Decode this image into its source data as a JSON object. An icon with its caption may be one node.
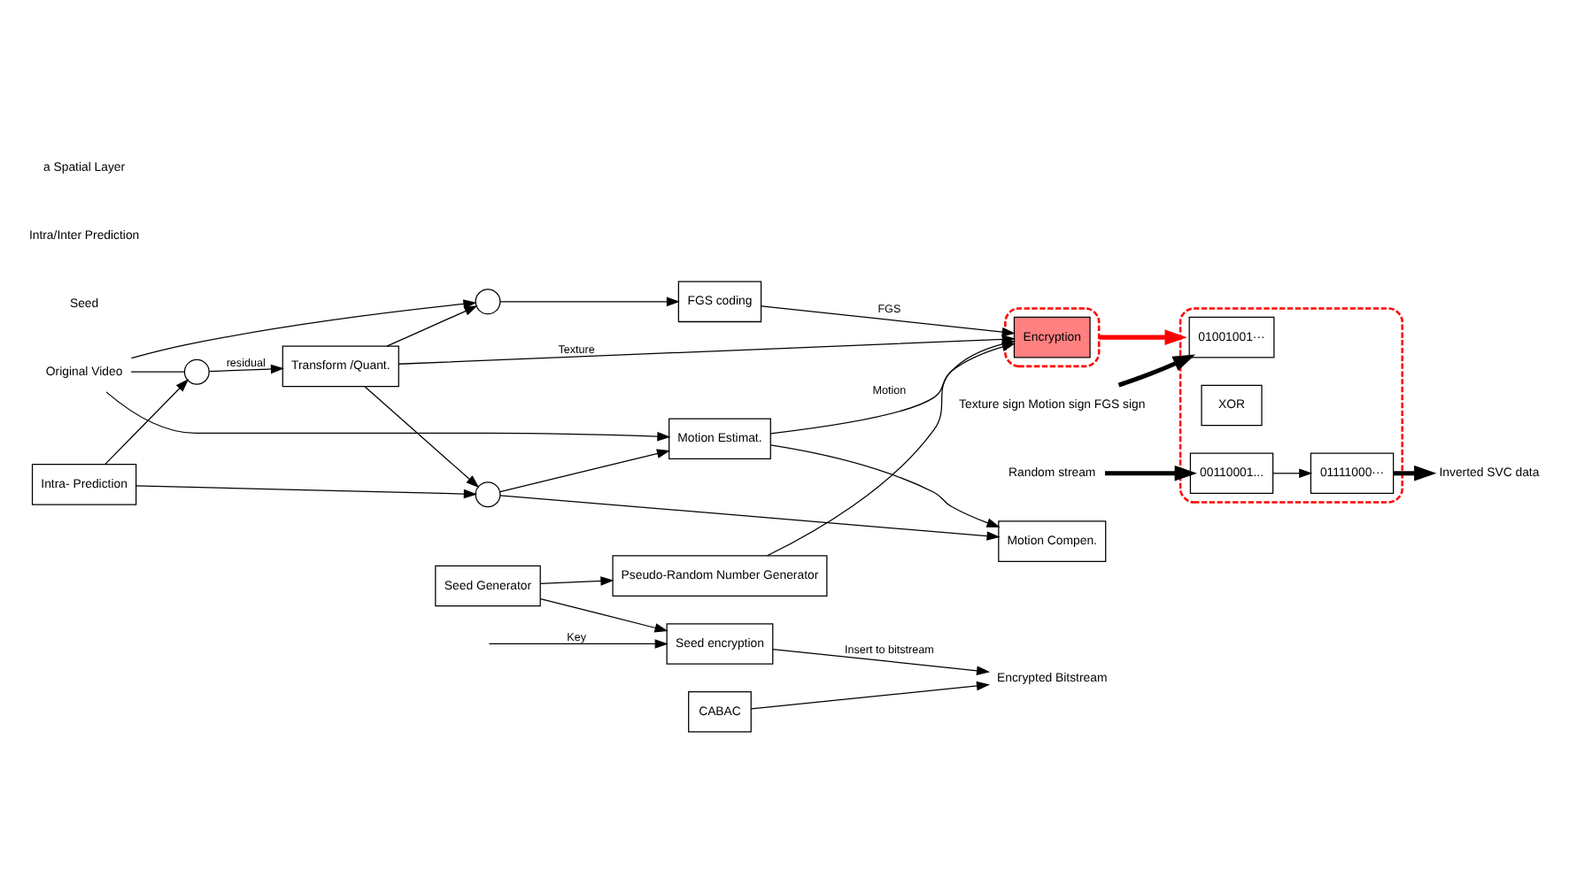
{
  "diagram": {
    "nodes": [
      {
        "text": [
          "Original Video"
        ]
      },
      {
        "text": [],
        "shape": "circle"
      },
      {
        "text": [
          "Transform /Quant."
        ]
      },
      {
        "text": [],
        "shape": "circle"
      },
      {
        "text": [
          "FGS coding"
        ]
      },
      {
        "text": [],
        "shape": "circle"
      },
      {
        "text": [
          "Intra- Prediction"
        ]
      },
      {
        "text": [
          "Motion Compen."
        ]
      },
      {
        "text": [
          "Motion Estimat."
        ]
      },
      {
        "text": [
          "Seed Generator"
        ]
      },
      {
        "text": [
          "Seed encryption"
        ]
      },
      {
        "text": [
          "Pseudo-Random Number Generator"
        ]
      },
      {
        "text": [],
        "shape": "box"
      },
      {
        "text": [
          "Encryption"
        ],
        "in": 12
      },
      {
        "text": [
          "CABAC"
        ]
      },
      {
        "text": [
          "Encrypted Bitstream"
        ]
      },
      {
        "text": [
          "Texture sign Motion sign FGS sign"
        ]
      },
      {
        "text": [
          "Random stream"
        ]
      },
      {
        "text": [],
        "shape": "box"
      },
      {
        "text": [
          "01001001···"
        ],
        "in": 18
      },
      {
        "text": [
          "XOR"
        ],
        "in": 18
      },
      {
        "text": [
          "00110001..."
        ],
        "in": 18
      },
      {
        "text": [
          "01111000···"
        ],
        "in": 18
      },
      {
        "text": [
          "Inverted SVC data"
        ]
      }
    ],
    "edges": [
      {
        "from": 0,
        "to": 1,
        "arrow": "none"
      },
      {
        "from": 0,
        "to": 3,
        "arrow": "to"
      },
      {
        "from": 0,
        "to": 8,
        "arrow": "to"
      },
      {
        "from": 1,
        "to": 2,
        "arrow": "to",
        "label": "residual"
      },
      {
        "from": 2,
        "to": 3,
        "arrow": "to"
      },
      {
        "from": 3,
        "to": 4,
        "arrow": "to"
      },
      {
        "from": 2,
        "to": 13,
        "arrow": "to",
        "label": "Texture"
      },
      {
        "from": 2,
        "to": 5,
        "arrow": "to"
      },
      {
        "from": 4,
        "to": 13,
        "arrow": "to",
        "label": "FGS"
      },
      {
        "from": 6,
        "to": 1,
        "arrow": "to"
      },
      {
        "from": 6,
        "to": 5,
        "arrow": "to"
      },
      {
        "from": 5,
        "to": 7,
        "arrow": "to"
      },
      {
        "from": 5,
        "to": 8,
        "arrow": "to"
      },
      {
        "from": 8,
        "to": 7,
        "arrow": "to"
      },
      {
        "from": 8,
        "to": 13,
        "arrow": "to",
        "label": "Motion"
      },
      {
        "from": 9,
        "to": 10,
        "arrow": "to"
      },
      {
        "from": 9,
        "to": 11,
        "arrow": "to"
      },
      {
        "from": null,
        "to": 10,
        "arrow": "to",
        "label": "Key"
      },
      {
        "from": 11,
        "to": 13,
        "arrow": "to"
      },
      {
        "from": 14,
        "to": 15,
        "arrow": "to"
      },
      {
        "from": 10,
        "to": 15,
        "arrow": "to",
        "label": "Insert to bitstream"
      },
      {
        "from": 12,
        "to": 18,
        "arrow": "to",
        "style": "thick",
        "color": "#ff0000"
      },
      {
        "from": 16,
        "to": 19,
        "arrow": "to",
        "style": "thick"
      },
      {
        "from": 17,
        "to": 21,
        "arrow": "to",
        "style": "thick"
      },
      {
        "from": 21,
        "to": 22,
        "arrow": "to"
      },
      {
        "from": 22,
        "to": 23,
        "arrow": "to",
        "style": "thick"
      }
    ],
    "labels": [
      "Seed",
      "Intra/Inter Prediction",
      "a Spatial Layer"
    ]
  }
}
